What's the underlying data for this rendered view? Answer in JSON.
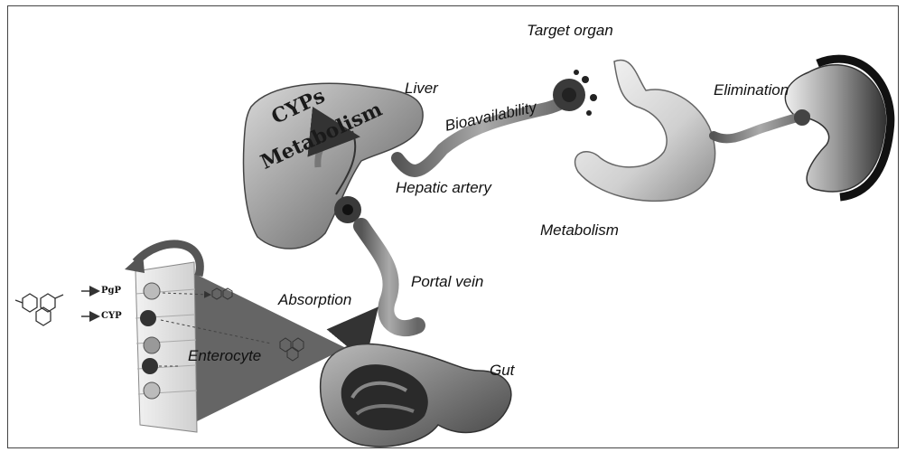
{
  "labels": {
    "target_organ": "Target organ",
    "liver": "Liver",
    "bioavailability": "Bioavailability",
    "elimination": "Elimination",
    "hepatic_artery": "Hepatic artery",
    "metabolism": "Metabolism",
    "portal_vein": "Portal vein",
    "absorption": "Absorption",
    "enterocyte": "Enterocyte",
    "gut": "Gut"
  },
  "liver_text": {
    "line1": "CYPs",
    "line2": "Metabolism"
  },
  "transporters": {
    "pgp": "PgP",
    "cyp": "CYP"
  }
}
